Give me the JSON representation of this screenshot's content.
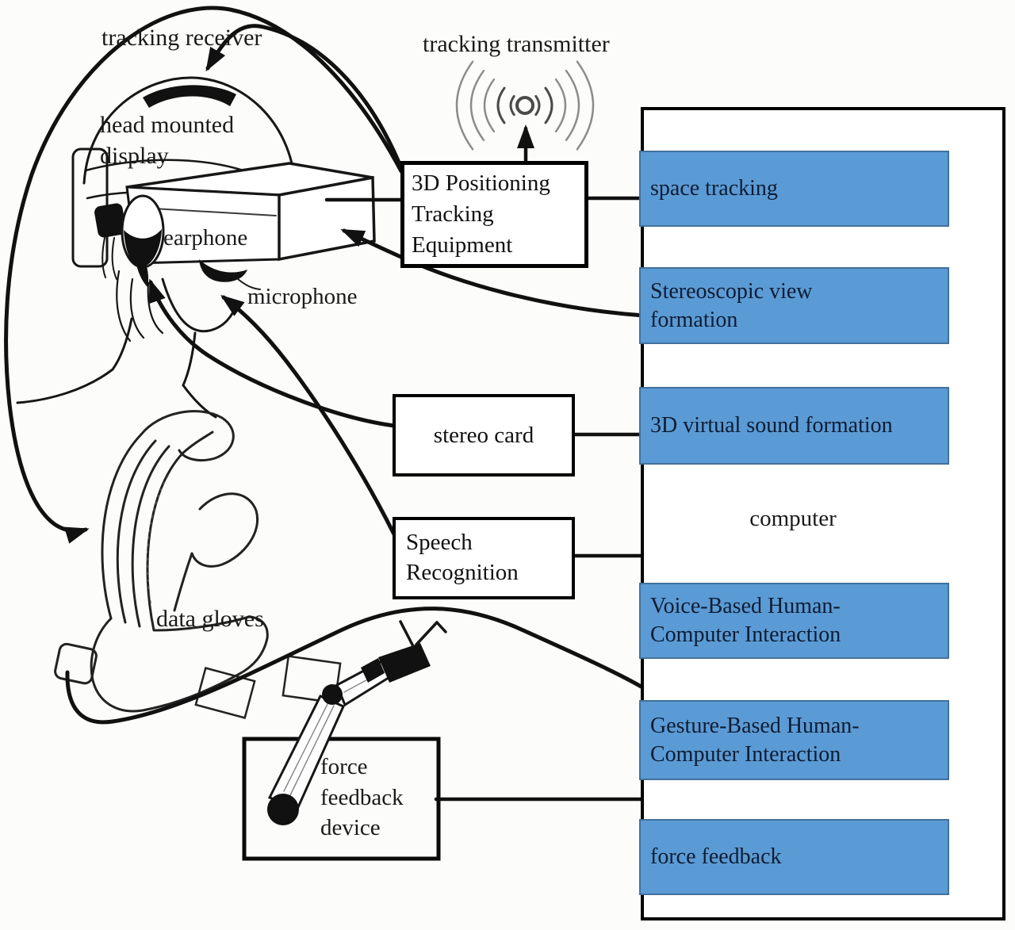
{
  "diagram": {
    "labels": {
      "tracking_receiver": "tracking receiver",
      "tracking_transmitter": "tracking transmitter",
      "head_mounted_display": "head mounted\ndisplay",
      "earphone": "earphone",
      "microphone": "microphone",
      "data_gloves": "data gloves"
    },
    "boxes": {
      "positioning_equipment": "3D Positioning\nTracking\nEquipment",
      "stereo_card": "stereo card",
      "speech_recognition": "Speech\nRecognition",
      "force_feedback_device": "force\nfeedback\ndevice"
    },
    "computer_unit": {
      "title": "computer",
      "modules": [
        {
          "label": "space tracking"
        },
        {
          "label": "Stereoscopic view\nformation"
        },
        {
          "label": "3D virtual sound formation"
        },
        {
          "label": "Voice-Based Human-\nComputer Interaction"
        },
        {
          "label": "Gesture-Based Human-\nComputer Interaction"
        },
        {
          "label": "force feedback"
        }
      ]
    },
    "colors": {
      "module_fill": "#5b9bd5",
      "module_border": "#41719c",
      "module_text": "#0d1c33",
      "line": "#111111"
    }
  }
}
